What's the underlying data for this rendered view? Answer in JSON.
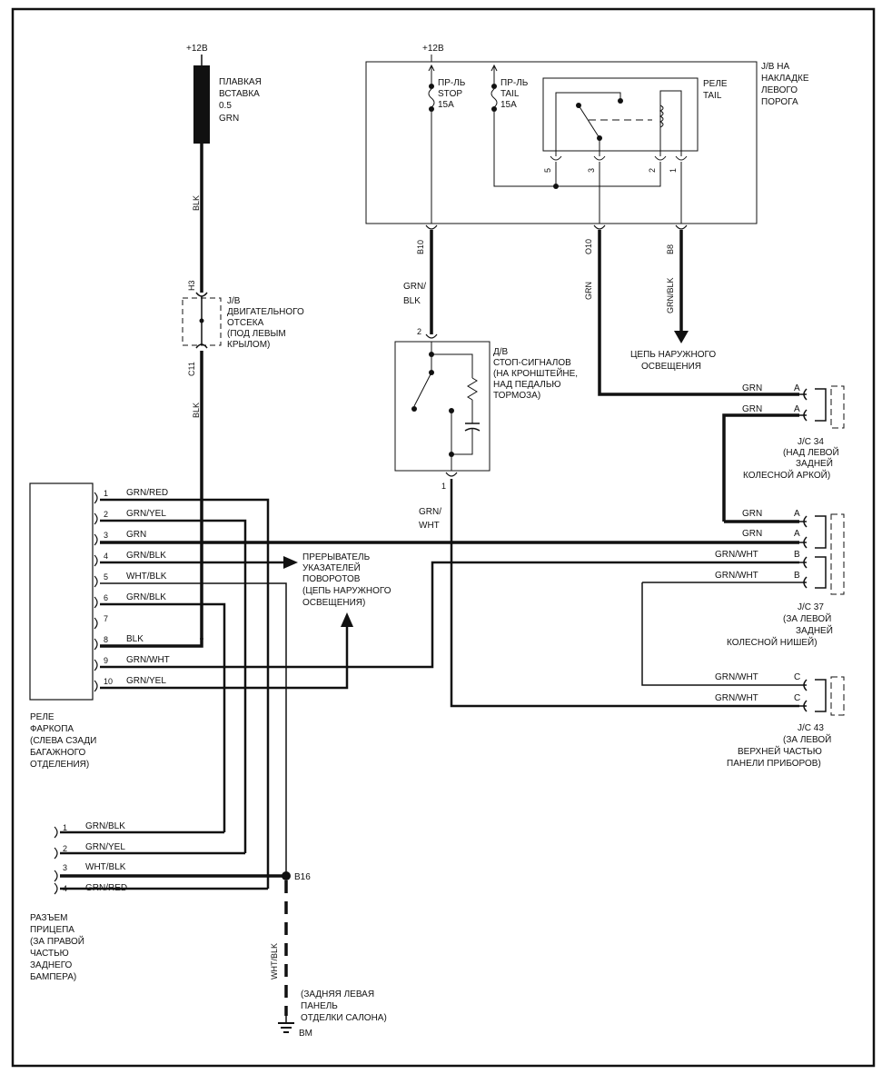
{
  "supply": {
    "left": "+12В",
    "jb": "+12В"
  },
  "fuse_link": [
    "ПЛАВКАЯ",
    "ВСТАВКА",
    "0.5",
    "GRN"
  ],
  "jb_panel": [
    "J/B НА",
    "НАКЛАДКЕ",
    "ЛЕВОГО",
    "ПОРОГА"
  ],
  "fuse_stop": [
    "ПР-ЛЬ",
    "STOP",
    "15A"
  ],
  "fuse_tail": [
    "ПР-ЛЬ",
    "TAIL",
    "15A"
  ],
  "relay_tail": [
    "РЕЛЕ",
    "TAIL"
  ],
  "relay_pins": [
    "5",
    "3",
    "2",
    "1"
  ],
  "jb_pins": {
    "b10": "B10",
    "o10": "O10",
    "b8": "B8"
  },
  "engine_jb": [
    "J/B",
    "ДВИГАТЕЛЬНОГО",
    "ОТСЕКА",
    "(ПОД ЛЕВЫМ",
    "КРЫЛОМ)"
  ],
  "engine_jb_pins": {
    "top": "H3",
    "bottom": "C11"
  },
  "wires": {
    "blk1": "BLK",
    "blk2": "BLK",
    "grn_blk_top": [
      "GRN/",
      "BLK"
    ],
    "grn_o10": "GRN",
    "grn_blk_b8": "GRN/BLK",
    "grn_wht_stop": [
      "GRN/",
      "WHT"
    ],
    "wht_blk_ground": "WHT/BLK"
  },
  "stop_switch": {
    "label": [
      "Д/В",
      "СТОП-СИГНАЛОВ",
      "(НА КРОНШТЕЙНЕ,",
      "НАД ПЕДАЛЬЮ",
      "ТОРМОЗА)"
    ],
    "pin_top": "2",
    "pin_bottom": "1"
  },
  "outdoor_circuit": [
    "ЦЕПЬ НАРУЖНОГО",
    "ОСВЕЩЕНИЯ"
  ],
  "turn_flasher": [
    "ПРЕРЫВАТЕЛЬ",
    "УКАЗАТЕЛЕЙ",
    "ПОВОРОТОВ",
    "(ЦЕПЬ НАРУЖНОГО",
    "ОСВЕЩЕНИЯ)"
  ],
  "relay_tow": {
    "label": [
      "РЕЛЕ",
      "ФАРКОПА",
      "(СЛЕВА СЗАДИ",
      "БАГАЖНОГО",
      "ОТДЕЛЕНИЯ)"
    ],
    "pins": [
      {
        "num": "1",
        "wire": "GRN/RED"
      },
      {
        "num": "2",
        "wire": "GRN/YEL"
      },
      {
        "num": "3",
        "wire": "GRN"
      },
      {
        "num": "4",
        "wire": "GRN/BLK"
      },
      {
        "num": "5",
        "wire": "WHT/BLK"
      },
      {
        "num": "6",
        "wire": "GRN/BLK"
      },
      {
        "num": "7",
        "wire": ""
      },
      {
        "num": "8",
        "wire": "BLK"
      },
      {
        "num": "9",
        "wire": "GRN/WHT"
      },
      {
        "num": "10",
        "wire": "GRN/YEL"
      }
    ]
  },
  "trailer_connector": {
    "label": [
      "РАЗЪЕМ",
      "ПРИЦЕПА",
      "(ЗА ПРАВОЙ",
      "ЧАСТЬЮ",
      "ЗАДНЕГО",
      "БАМПЕРА)"
    ],
    "pins": [
      {
        "num": "1",
        "wire": "GRN/BLK"
      },
      {
        "num": "2",
        "wire": "GRN/YEL"
      },
      {
        "num": "3",
        "wire": "WHT/BLK"
      },
      {
        "num": "4",
        "wire": "GRN/RED"
      }
    ]
  },
  "splice_b16": "B16",
  "ground": {
    "label": [
      "(ЗАДНЯЯ ЛЕВАЯ",
      "ПАНЕЛЬ",
      "ОТДЕЛКИ САЛОНА)"
    ],
    "name": "BM"
  },
  "jc34": {
    "label": [
      "J/C 34",
      "(НАД ЛЕВОЙ",
      "ЗАДНЕЙ",
      "КОЛЕСНОЙ АРКОЙ)"
    ],
    "rows": [
      {
        "wire": "GRN",
        "pin": "A"
      },
      {
        "wire": "GRN",
        "pin": "A"
      }
    ]
  },
  "jc37": {
    "label": [
      "J/C 37",
      "(ЗА ЛЕВОЙ",
      "ЗАДНЕЙ",
      "КОЛЕСНОЙ НИШЕЙ)"
    ],
    "rows": [
      {
        "wire": "GRN",
        "pin": "A"
      },
      {
        "wire": "GRN",
        "pin": "A"
      },
      {
        "wire": "GRN/WHT",
        "pin": "B"
      },
      {
        "wire": "GRN/WHT",
        "pin": "B"
      }
    ]
  },
  "jc43": {
    "label": [
      "J/C 43",
      "(ЗА ЛЕВОЙ",
      "ВЕРХНЕЙ ЧАСТЬЮ",
      "ПАНЕЛИ ПРИБОРОВ)"
    ],
    "rows": [
      {
        "wire": "GRN/WHT",
        "pin": "C"
      },
      {
        "wire": "GRN/WHT",
        "pin": "C"
      }
    ]
  }
}
